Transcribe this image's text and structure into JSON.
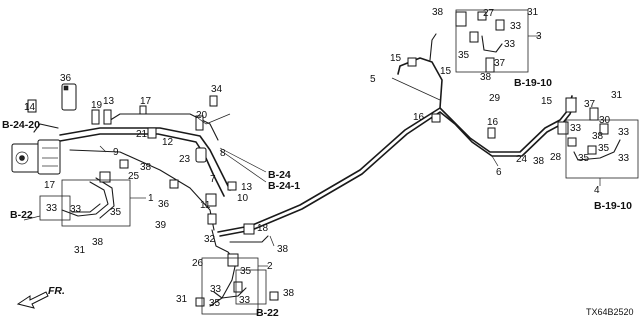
{
  "diagram_code": "TX64B2520",
  "direction_label": "FR.",
  "reference_labels": {
    "b24_20": "B-24-20",
    "b22_left": "B-22",
    "b24": "B-24",
    "b24_1": "B-24-1",
    "b22_bottom": "B-22",
    "b19_10_top": "B-19-10",
    "b19_10_right": "B-19-10"
  },
  "part_numbers": {
    "p1": "1",
    "p2": "2",
    "p3": "3",
    "p4": "4",
    "p5": "5",
    "p6": "6",
    "p7": "7",
    "p8": "8",
    "p9": "9",
    "p10": "10",
    "p11": "11",
    "p12": "12",
    "p13a": "13",
    "p13b": "13",
    "p14": "14",
    "p15a": "15",
    "p15b": "15",
    "p15c": "15",
    "p16a": "16",
    "p16b": "16",
    "p17a": "17",
    "p17b": "17",
    "p18": "18",
    "p19": "19",
    "p20": "20",
    "p21": "21",
    "p23": "23",
    "p24": "24",
    "p25": "25",
    "p26": "26",
    "p27": "27",
    "p28": "28",
    "p29": "29",
    "p30": "30",
    "p31a": "31",
    "p31b": "31",
    "p31c": "31",
    "p31d": "31",
    "p32": "32",
    "p33a": "33",
    "p33b": "33",
    "p33c": "33",
    "p33d": "33",
    "p33e": "33",
    "p33f": "33",
    "p33g": "33",
    "p33h": "33",
    "p33i": "33",
    "p34": "34",
    "p35a": "35",
    "p35b": "35",
    "p35c": "35",
    "p35d": "35",
    "p35e": "35",
    "p35f": "35",
    "p36a": "36",
    "p36b": "36",
    "p37a": "37",
    "p37b": "37",
    "p38a": "38",
    "p38b": "38",
    "p38c": "38",
    "p38d": "38",
    "p38e": "38",
    "p38f": "38",
    "p38g": "38",
    "p38h": "38",
    "p39": "39"
  }
}
